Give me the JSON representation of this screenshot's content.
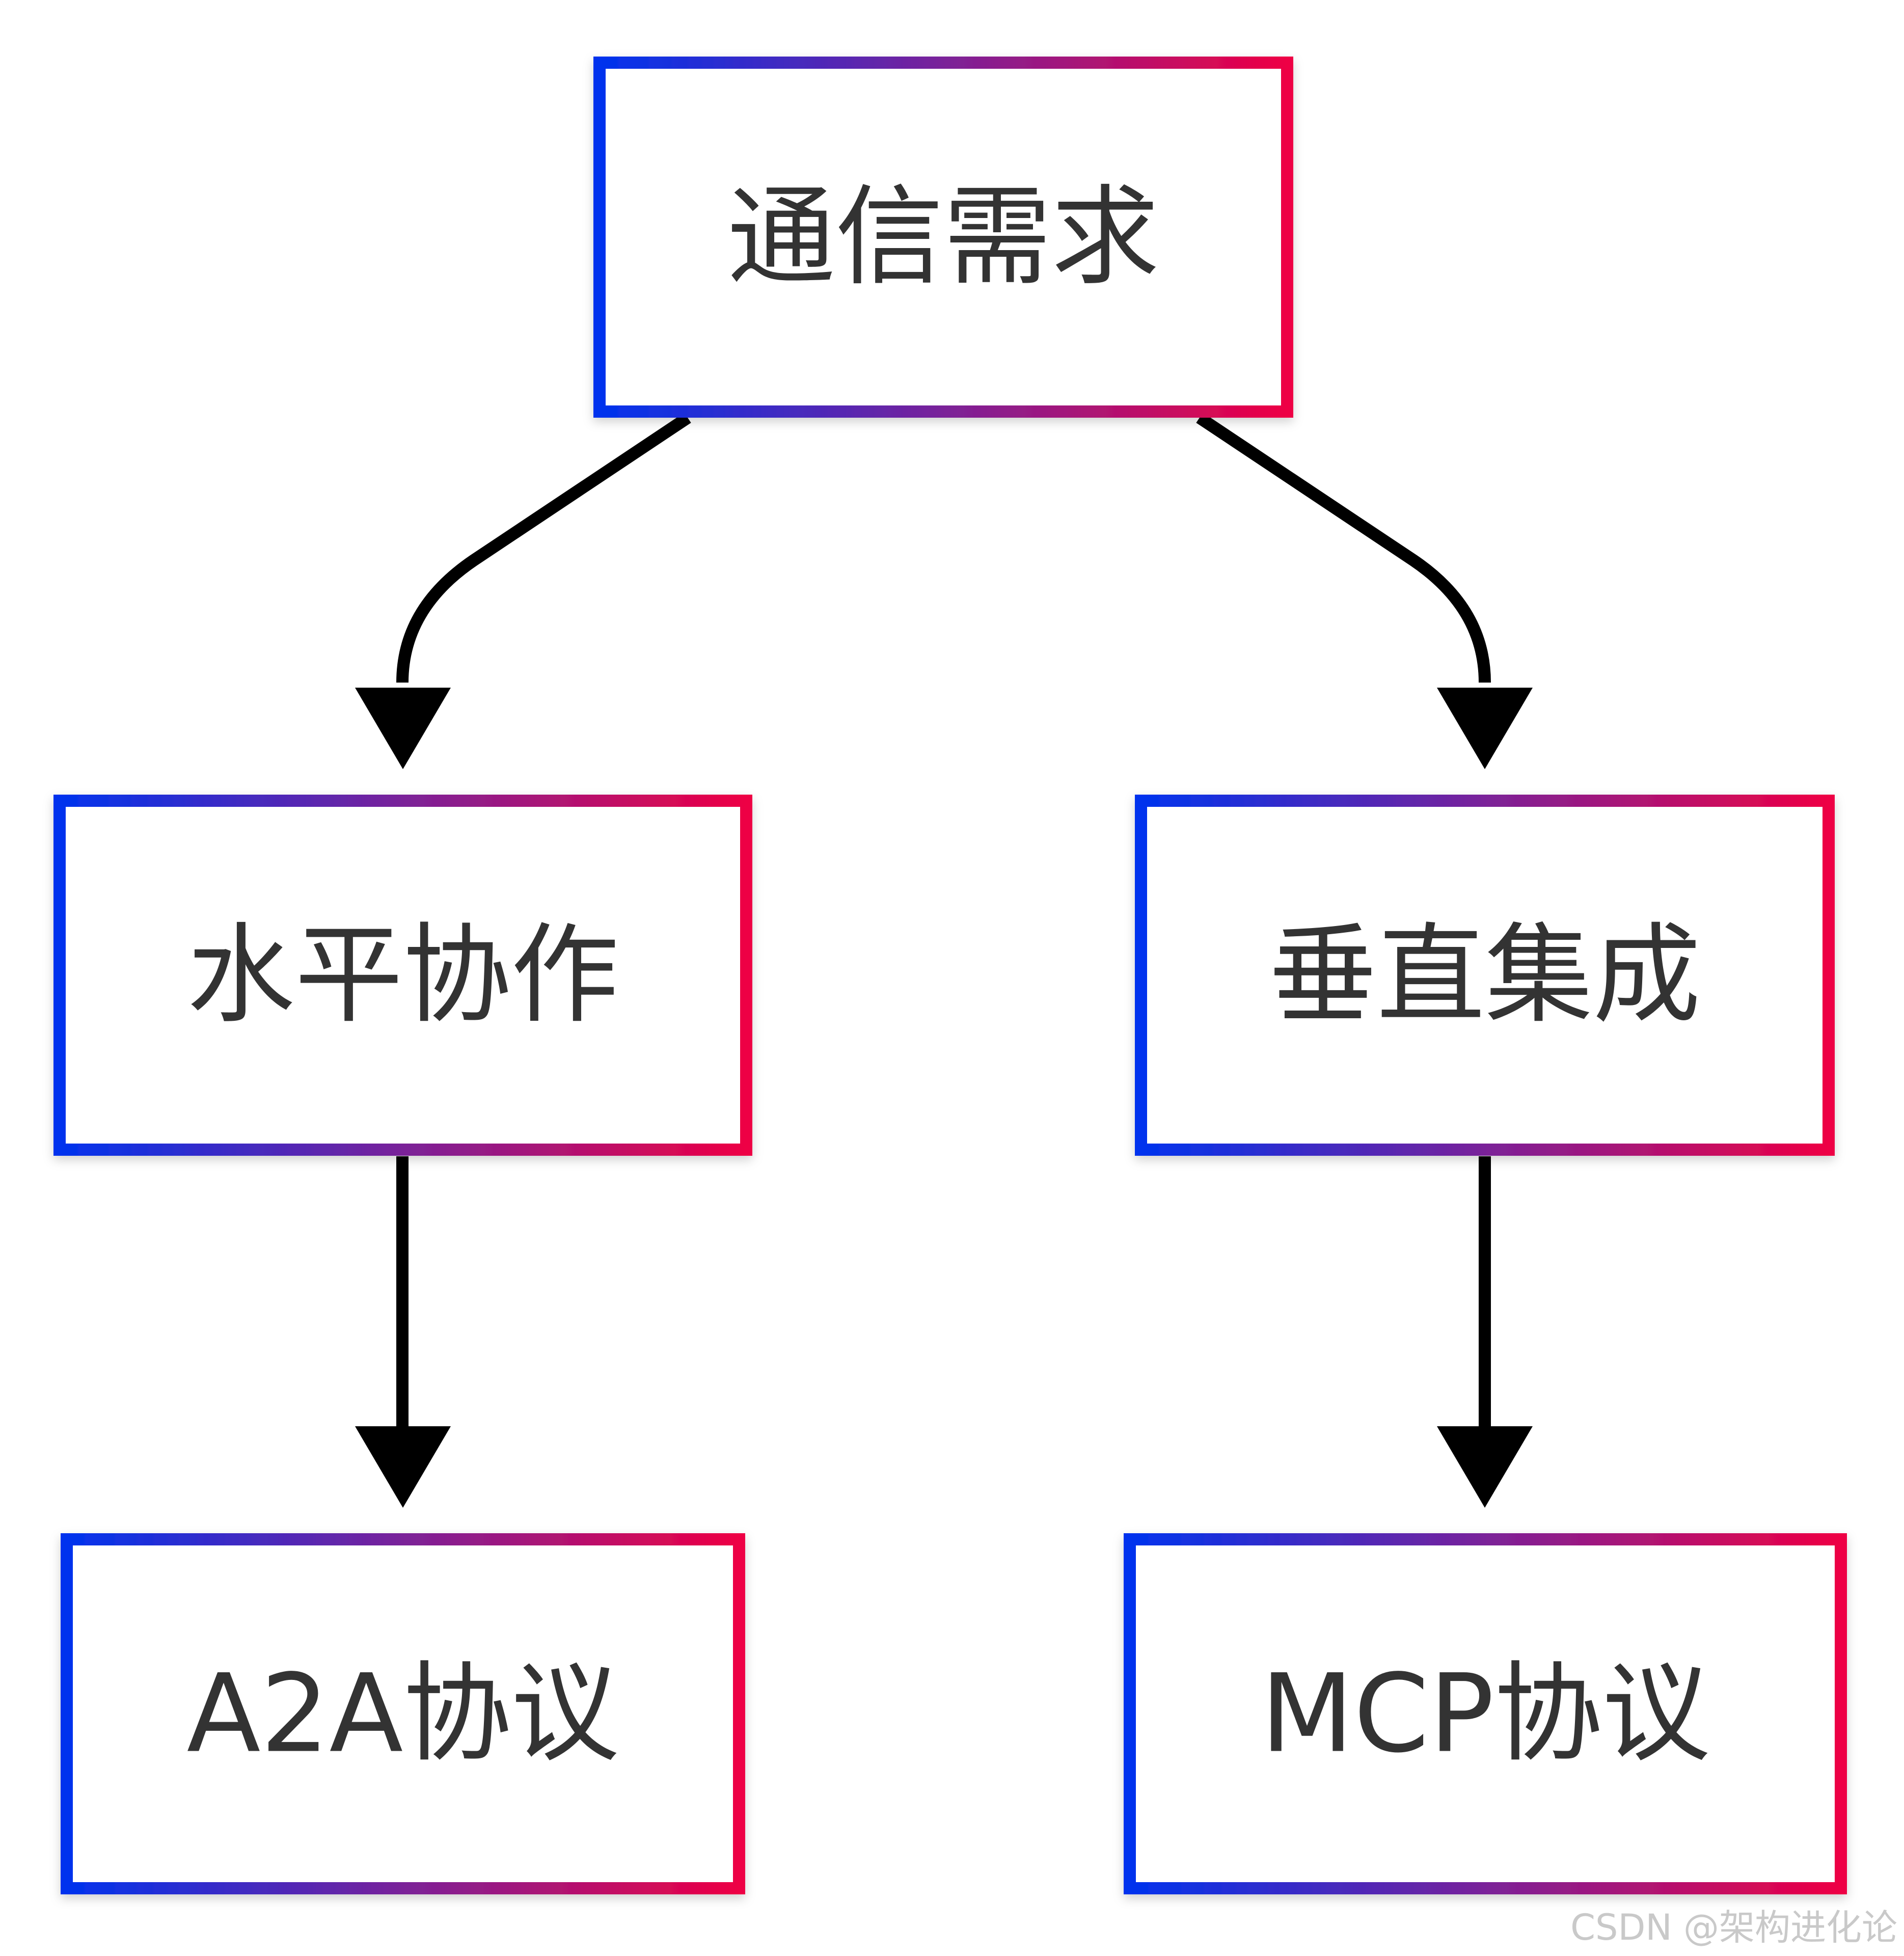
{
  "nodes": {
    "root": {
      "label": "通信需求"
    },
    "left": {
      "label": "水平协作"
    },
    "right": {
      "label": "垂直集成"
    },
    "left_leaf": {
      "label": "A2A协议"
    },
    "right_leaf": {
      "label": "MCP协议"
    }
  },
  "edges": [
    {
      "from": "root",
      "to": "left"
    },
    {
      "from": "root",
      "to": "right"
    },
    {
      "from": "left",
      "to": "left_leaf"
    },
    {
      "from": "right",
      "to": "right_leaf"
    }
  ],
  "watermark": "CSDN @架构进化论",
  "colors": {
    "border_gradient_start": "#0033ee",
    "border_gradient_end": "#ee0044",
    "arrow": "#000000",
    "text": "#333333",
    "watermark": "#c9c9c9"
  }
}
